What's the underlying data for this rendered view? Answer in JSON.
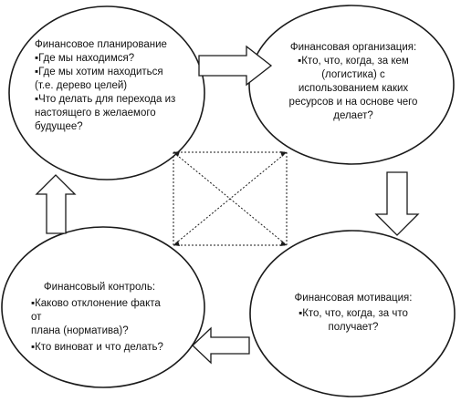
{
  "diagram": {
    "nodes": {
      "planning": {
        "title": "Финансовое планирование",
        "lines": [
          "▪Где мы находимся?",
          "▪Где мы хотим находиться",
          "(т.е. дерево целей)",
          "▪Что делать для перехода из",
          "настоящего в желаемого",
          "будущее?"
        ]
      },
      "organization": {
        "title": "Финансовая организация:",
        "lines": [
          "▪Кто, что, когда, за кем",
          "(логистика) с",
          "использованием каких",
          "ресурсов и на основе чего",
          "делает?"
        ]
      },
      "control": {
        "title": "Финансовый контроль:",
        "lines": [
          "▪Каково отклонение факта от",
          "плана (норматива)?",
          "▪Кто виноват и что делать?"
        ]
      },
      "motivation": {
        "title": "Финансовая мотивация:",
        "lines": [
          "▪Кто, что, когда, за что",
          "получает?"
        ]
      }
    },
    "colors": {
      "stroke": "#1a1a1a",
      "fill": "#ffffff",
      "background": "#ffffff"
    }
  }
}
